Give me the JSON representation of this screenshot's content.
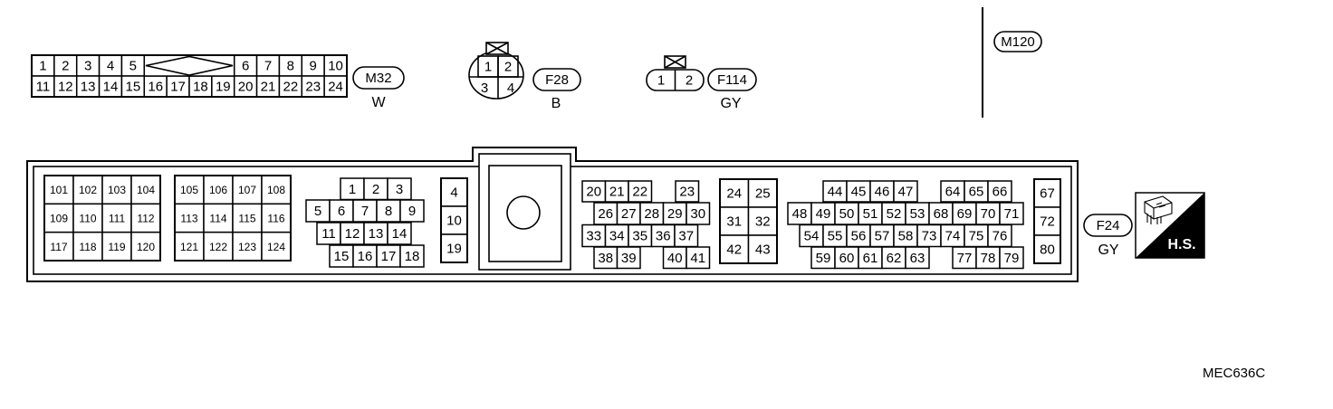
{
  "figure_code": "MEC636C",
  "hs_badge": {
    "label": "H.S.",
    "icon": "harness-connector-icon"
  },
  "m32": {
    "connector_id": "M32",
    "wire_color": "W",
    "rows": [
      [
        "1",
        "2",
        "3",
        "4",
        "5",
        "6",
        "7",
        "8",
        "9",
        "10"
      ],
      [
        "11",
        "12",
        "13",
        "14",
        "15",
        "16",
        "17",
        "18",
        "19",
        "20",
        "21",
        "22",
        "23",
        "24"
      ]
    ]
  },
  "f28": {
    "connector_id": "F28",
    "wire_color": "B",
    "pins": [
      "1",
      "2",
      "3",
      "4"
    ]
  },
  "f114": {
    "connector_id": "F114",
    "wire_color": "GY",
    "pins": [
      "1",
      "2"
    ]
  },
  "m120": {
    "connector_id": "M120"
  },
  "f24": {
    "connector_id": "F24",
    "wire_color": "GY",
    "blocks": {
      "a": [
        [
          "101",
          "102",
          "103",
          "104"
        ],
        [
          "109",
          "110",
          "111",
          "112"
        ],
        [
          "117",
          "118",
          "119",
          "120"
        ]
      ],
      "b": [
        [
          "105",
          "106",
          "107",
          "108"
        ],
        [
          "113",
          "114",
          "115",
          "116"
        ],
        [
          "121",
          "122",
          "123",
          "124"
        ]
      ],
      "c": [
        [
          "1",
          "2",
          "3"
        ],
        [
          "5",
          "6",
          "7",
          "8",
          "9"
        ],
        [
          "11",
          "12",
          "13",
          "14"
        ],
        [
          "15",
          "16",
          "17",
          "18"
        ]
      ],
      "d": [
        [
          "4"
        ],
        [
          "10"
        ],
        [
          "19"
        ]
      ],
      "e": [
        [
          "20",
          "21",
          "22",
          "23"
        ],
        [
          "26",
          "27",
          "28",
          "29",
          "30"
        ],
        [
          "33",
          "34",
          "35",
          "36",
          "37"
        ],
        [
          "38",
          "39",
          "40",
          "41"
        ]
      ],
      "f": [
        [
          "24",
          "25"
        ],
        [
          "31",
          "32"
        ],
        [
          "42",
          "43"
        ]
      ],
      "g": [
        [
          "44",
          "45",
          "46",
          "47",
          "64",
          "65",
          "66"
        ],
        [
          "48",
          "49",
          "50",
          "51",
          "52",
          "53",
          "68",
          "69",
          "70",
          "71"
        ],
        [
          "54",
          "55",
          "56",
          "57",
          "58",
          "73",
          "74",
          "75",
          "76"
        ],
        [
          "59",
          "60",
          "61",
          "62",
          "63",
          "77",
          "78",
          "79"
        ]
      ],
      "h": [
        [
          "67"
        ],
        [
          "72"
        ],
        [
          "80"
        ]
      ]
    }
  }
}
